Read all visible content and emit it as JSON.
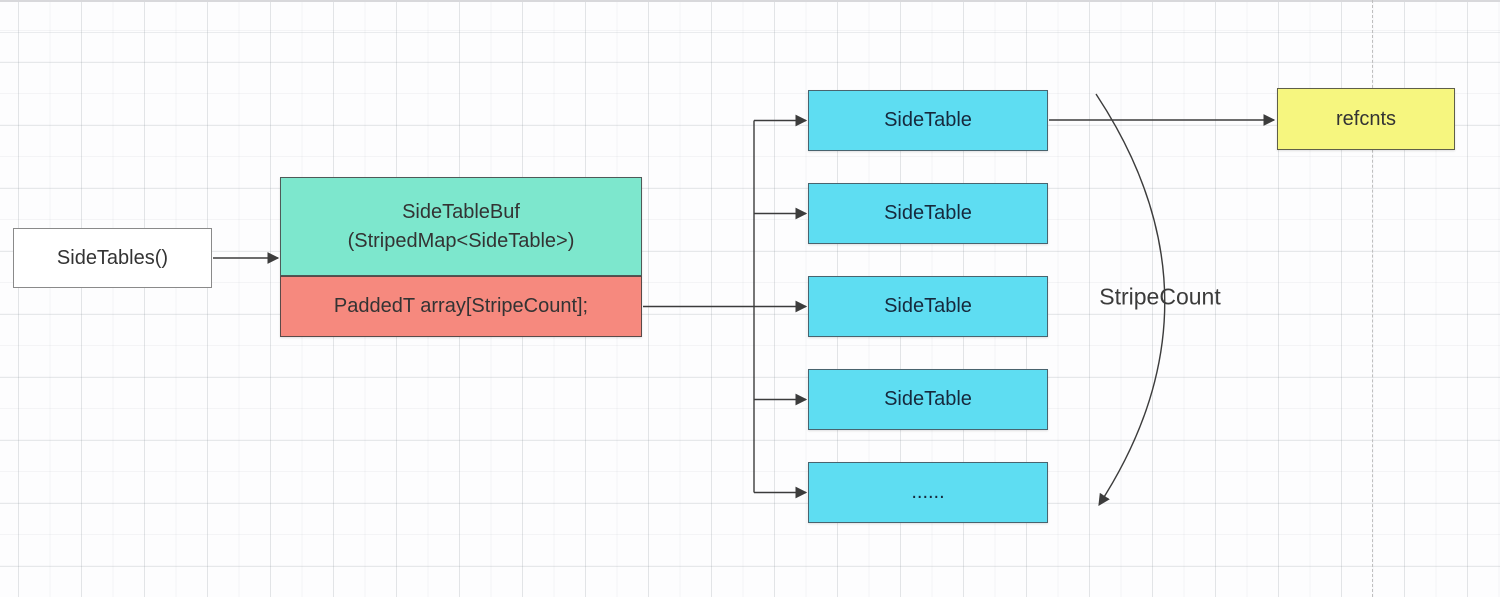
{
  "diagram": {
    "nodes": {
      "sidetables": {
        "label": "SideTables()"
      },
      "sidetablebuf": {
        "line1": "SideTableBuf",
        "line2": "(StripedMap<SideTable>)"
      },
      "paddedt": {
        "label": "PaddedT array[StripeCount];"
      },
      "sidetable_boxes": [
        {
          "label": "SideTable"
        },
        {
          "label": "SideTable"
        },
        {
          "label": "SideTable"
        },
        {
          "label": "SideTable"
        },
        {
          "label": "......"
        }
      ],
      "refcnts": {
        "label": "refcnts"
      },
      "stripecount": {
        "label": "StripeCount"
      }
    },
    "colors": {
      "teal": "#7de7cd",
      "salmon": "#f6897e",
      "cyan": "#5eddf2",
      "yellow": "#f6f67f",
      "box-border": "#5a5a5a",
      "arrow": "#3c3c3c",
      "text-dark": "#333333",
      "text-navy": "#16293d"
    }
  }
}
